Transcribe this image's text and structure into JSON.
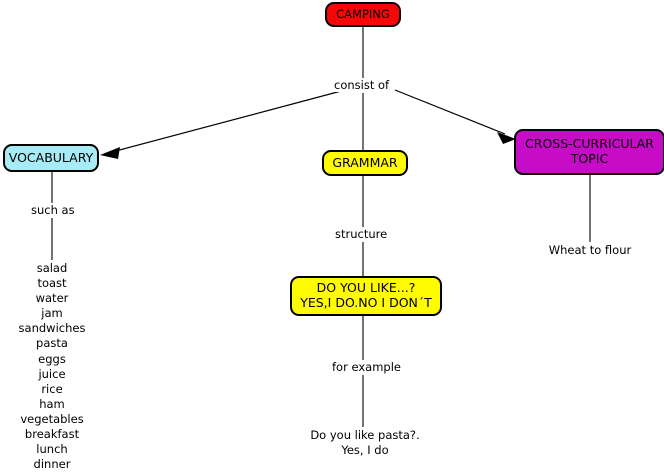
{
  "map": {
    "title": "CAMPING concept map",
    "nodes": [
      {
        "id": "camping",
        "label": "CAMPING",
        "color": "#f60606"
      },
      {
        "id": "vocabulary",
        "label": "VOCABULARY",
        "color": "#a6ebf5"
      },
      {
        "id": "grammar",
        "label": "GRAMMAR",
        "color": "#fffb03"
      },
      {
        "id": "cross",
        "label": "CROSS-CURRICULAR\nTOPIC",
        "color": "#c70cc7"
      },
      {
        "id": "question",
        "label": "DO YOU LIKE...?\nYES,I DO.NO I DON´T",
        "color": "#fffb03"
      }
    ],
    "edge_labels": {
      "consist_of": "consist of",
      "such_as": "such as",
      "structure": "structure",
      "for_example": "for example"
    },
    "leaf_text": {
      "vocabulary_words": "salad\ntoast\nwater\njam\nsandwiches\npasta\neggs\njuice\nrice\nham\nvegetables\nbreakfast\nlunch\ndinner",
      "cross_topic": "Wheat to flour",
      "grammar_example": "Do you like pasta?.\nYes, I do"
    },
    "stroke_color": "#000000"
  }
}
